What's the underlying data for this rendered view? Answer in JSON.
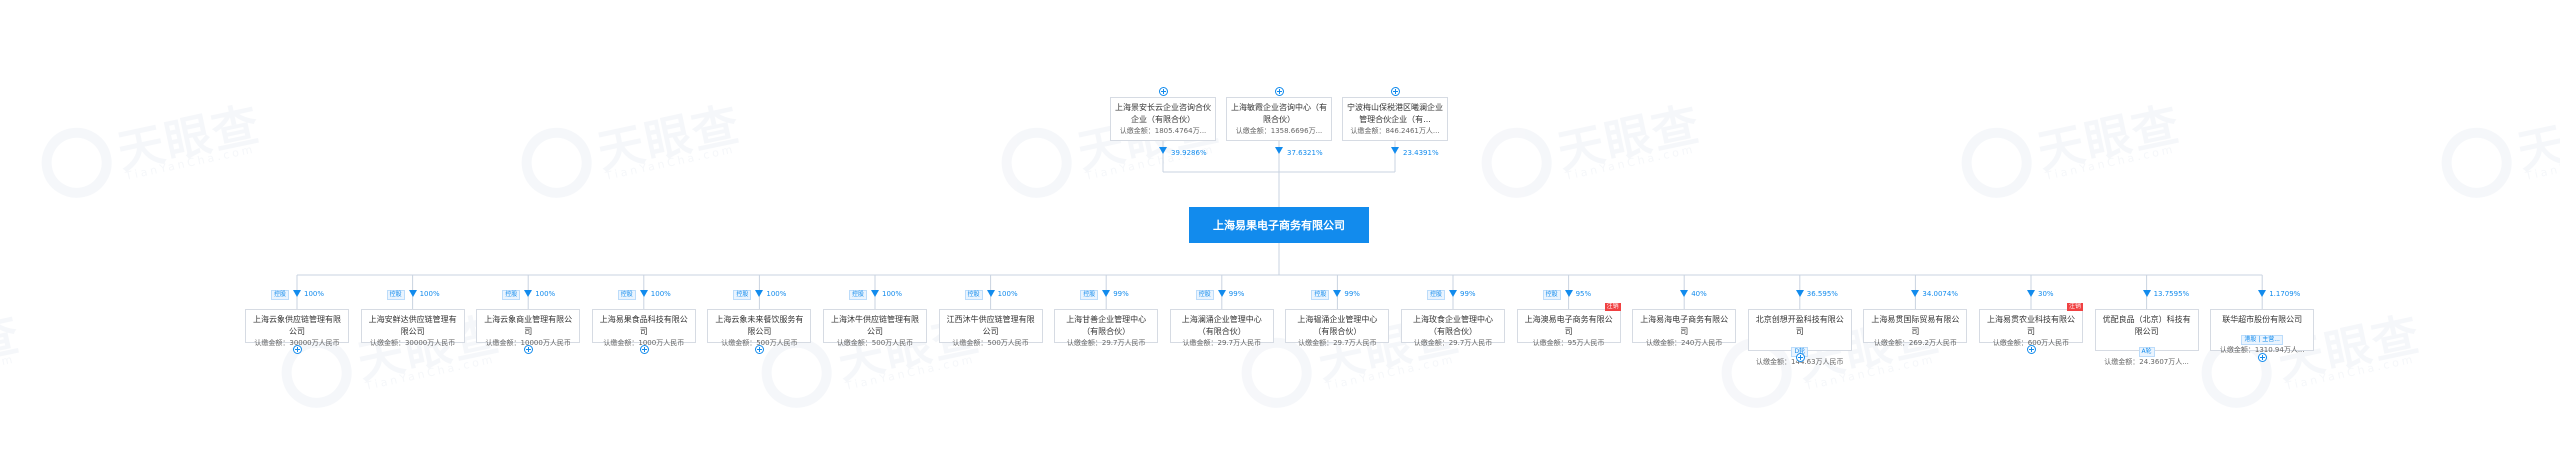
{
  "watermark": {
    "brand": "天眼查",
    "sub": "TianYanCha.com"
  },
  "center": {
    "name": "上海易果电子商务有限公司"
  },
  "shareholders": [
    {
      "name": "上海景安长云企业咨询合伙企业（有限合伙）",
      "capital": "认缴金额：1805.4764万...",
      "percent": "39.9286%"
    },
    {
      "name": "上海敏霞企业咨询中心（有限合伙）",
      "capital": "认缴金额：1358.6696万...",
      "percent": "37.6321%"
    },
    {
      "name": "宁波梅山保税港区曦澜企业管理合伙企业（有...",
      "capital": "认缴金额：846.2461万人...",
      "percent": "23.4391%"
    }
  ],
  "investments": [
    {
      "name": "上海云象供应链管理有限公司",
      "capital": "认缴金额：30000万人民币",
      "percent": "100%",
      "control": "控股",
      "expand": true,
      "cancelled": false,
      "chips": []
    },
    {
      "name": "上海安鲜达供应链管理有限公司",
      "capital": "认缴金额：30000万人民币",
      "percent": "100%",
      "control": "控股",
      "expand": false,
      "cancelled": false,
      "chips": []
    },
    {
      "name": "上海云象商业管理有限公司",
      "capital": "认缴金额：10000万人民币",
      "percent": "100%",
      "control": "控股",
      "expand": true,
      "cancelled": false,
      "chips": []
    },
    {
      "name": "上海易果食品科技有限公司",
      "capital": "认缴金额：1000万人民币",
      "percent": "100%",
      "control": "控股",
      "expand": true,
      "cancelled": false,
      "chips": []
    },
    {
      "name": "上海云象未来餐饮服务有限公司",
      "capital": "认缴金额：500万人民币",
      "percent": "100%",
      "control": "控股",
      "expand": true,
      "cancelled": false,
      "chips": []
    },
    {
      "name": "上海沐牛供应链管理有限公司",
      "capital": "认缴金额：500万人民币",
      "percent": "100%",
      "control": "控股",
      "expand": false,
      "cancelled": false,
      "chips": []
    },
    {
      "name": "江西沐牛供应链管理有限公司",
      "capital": "认缴金额：500万人民币",
      "percent": "100%",
      "control": "控股",
      "expand": false,
      "cancelled": false,
      "chips": []
    },
    {
      "name": "上海甘善企业管理中心（有限合伙）",
      "capital": "认缴金额：29.7万人民币",
      "percent": "99%",
      "control": "控股",
      "expand": false,
      "cancelled": false,
      "chips": []
    },
    {
      "name": "上海澜涌企业管理中心（有限合伙）",
      "capital": "认缴金额：29.7万人民币",
      "percent": "99%",
      "control": "控股",
      "expand": false,
      "cancelled": false,
      "chips": []
    },
    {
      "name": "上海韫涌企业管理中心（有限合伙）",
      "capital": "认缴金额：29.7万人民币",
      "percent": "99%",
      "control": "控股",
      "expand": false,
      "cancelled": false,
      "chips": []
    },
    {
      "name": "上海玫食企业管理中心（有限合伙）",
      "capital": "认缴金额：29.7万人民币",
      "percent": "99%",
      "control": "控股",
      "expand": false,
      "cancelled": false,
      "chips": []
    },
    {
      "name": "上海澳易电子商务有限公司",
      "capital": "认缴金额：95万人民币",
      "percent": "95%",
      "control": "控股",
      "expand": false,
      "cancelled": true,
      "chips": []
    },
    {
      "name": "上海易海电子商务有限公司",
      "capital": "认缴金额：240万人民币",
      "percent": "40%",
      "control": "",
      "expand": false,
      "cancelled": false,
      "chips": []
    },
    {
      "name": "北京创想开盈科技有限公司",
      "capital": "认缴金额：144.63万人民币",
      "percent": "36.595%",
      "control": "",
      "expand": true,
      "cancelled": false,
      "chips": [
        "D轮"
      ]
    },
    {
      "name": "上海易贯国际贸易有限公司",
      "capital": "认缴金额：269.2万人民币",
      "percent": "34.0074%",
      "control": "",
      "expand": false,
      "cancelled": false,
      "chips": []
    },
    {
      "name": "上海易贯农业科技有限公司",
      "capital": "认缴金额：600万人民币",
      "percent": "30%",
      "control": "",
      "expand": true,
      "cancelled": true,
      "chips": []
    },
    {
      "name": "优配良品（北京）科技有限公司",
      "capital": "认缴金额：24.3607万人...",
      "percent": "13.7595%",
      "control": "",
      "expand": false,
      "cancelled": false,
      "chips": [
        "A轮"
      ]
    },
    {
      "name": "联华超市股份有限公司",
      "capital": "认缴金额：1310.94万人...",
      "percent": "1.1709%",
      "control": "",
      "expand": true,
      "cancelled": false,
      "chips": [
        "港股 | 主营..."
      ]
    }
  ],
  "labels": {
    "cancelled": "注销"
  },
  "colors": {
    "accent": "#128bed",
    "line": "#c9d3e0",
    "cancel": "#f04142"
  }
}
